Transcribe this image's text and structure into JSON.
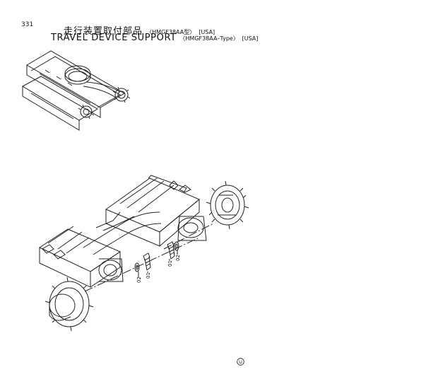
{
  "page": {
    "number": "331"
  },
  "title": {
    "jp_main": "走行装置取付部品",
    "jp_model": "〈HMGF38AA型〉",
    "jp_region": "[USA]",
    "en_main": "TRAVEL  DEVICE  SUPPORT",
    "en_model": "〈HMGF38AA–Type〉",
    "en_region": "[USA]"
  },
  "callouts": {
    "left_bolt": "01",
    "left_washer": "02",
    "right_bolt": "01",
    "right_washer": "02"
  },
  "footer": {
    "symbol": "U"
  }
}
